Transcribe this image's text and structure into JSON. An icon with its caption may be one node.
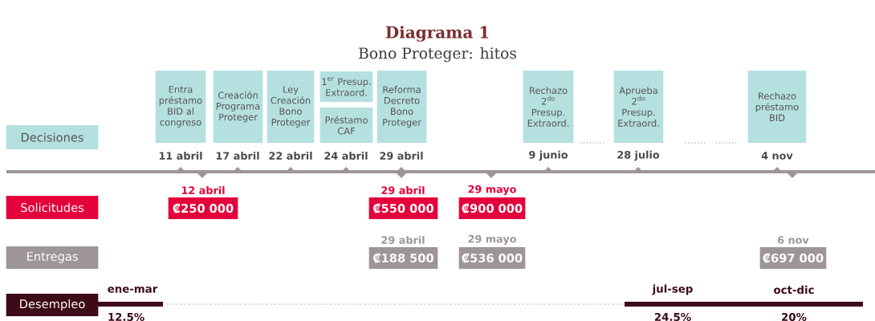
{
  "diagram": {
    "title": "Diagrama 1",
    "nodes": [
      {
        "text": [
          "Decisiones"
        ]
      },
      {
        "text": [
          "Entra préstamo BID al congreso"
        ],
        "beside": [
          "11 abril"
        ]
      },
      {
        "text": [
          "Creación Programa Proteger"
        ],
        "beside": [
          "17 abril"
        ]
      },
      {
        "text": [
          "Ley Creación Bono Proteger"
        ],
        "beside": [
          "22 abril"
        ]
      },
      {
        "text": [
          "1$^{er}$ Presup. Extraord."
        ]
      },
      {
        "text": [
          "Préstamo CAF"
        ],
        "beside": [
          "24 abril"
        ]
      },
      {
        "text": [
          "Reforma Decreto Bono Proteger"
        ],
        "beside": [
          "29 abril"
        ]
      },
      {
        "text": [
          "Rechazo 2$^{do}$ Presup. Extraord."
        ],
        "beside": [
          "9 junio"
        ]
      },
      {
        "text": [
          "Aprueba 2$^{do}$ Presup. Extraord."
        ],
        "beside": [
          "28 julio"
        ]
      },
      {
        "text": [
          "Rechazo préstamo BID"
        ],
        "beside": [
          "4 nov"
        ]
      },
      {
        "text": [
          "Solicitudes"
        ]
      },
      {
        "text": [
          "₡250 000"
        ],
        "beside": [
          "12 abril"
        ]
      },
      {
        "text": [
          "₡550 000"
        ],
        "beside": [
          "29 abril"
        ]
      },
      {
        "text": [
          "₡900 000"
        ],
        "beside": [
          "29 mayo"
        ]
      },
      {
        "text": [
          "Entregas"
        ]
      },
      {
        "text": [
          "₡188 500"
        ],
        "beside": [
          "29 abril"
        ]
      },
      {
        "text": [
          "₡536 000"
        ],
        "beside": [
          "29 mayo"
        ]
      },
      {
        "text": [
          "₡697 000"
        ],
        "beside": [
          "6 nov"
        ]
      },
      {
        "text": [
          "Desempleo"
        ]
      }
    ],
    "labels": [
      "Bono Proteger: hitos",
      "ene-mar",
      "12.5%",
      "jul-sep",
      "24.5%",
      "oct-dic",
      "20%"
    ]
  }
}
